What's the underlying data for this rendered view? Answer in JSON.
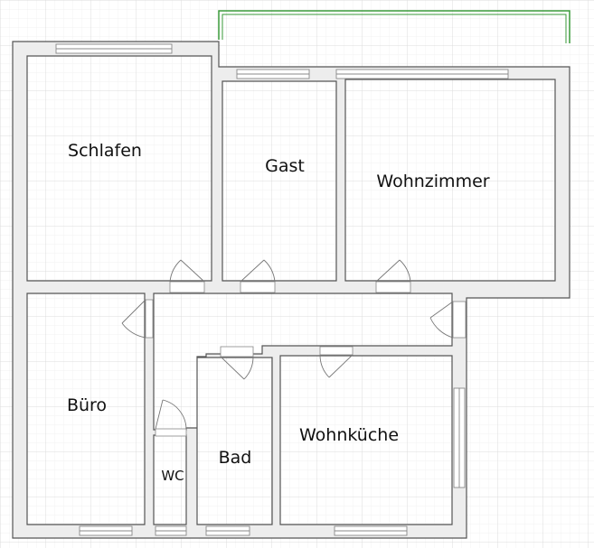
{
  "rooms": {
    "schlafen": "Schlafen",
    "gast": "Gast",
    "wohnzimmer": "Wohnzimmer",
    "buero": "Büro",
    "wc": "WC",
    "bad": "Bad",
    "wohnkueche": "Wohnküche"
  },
  "colors": {
    "background": "#ffffff",
    "grid_minor": "#eeeeee",
    "grid_major": "#dcdcdc",
    "wall_fill": "#ededed",
    "wall_stroke": "#555555",
    "window": "#888888",
    "door": "#777777",
    "balcony": "#3a9a3a"
  }
}
